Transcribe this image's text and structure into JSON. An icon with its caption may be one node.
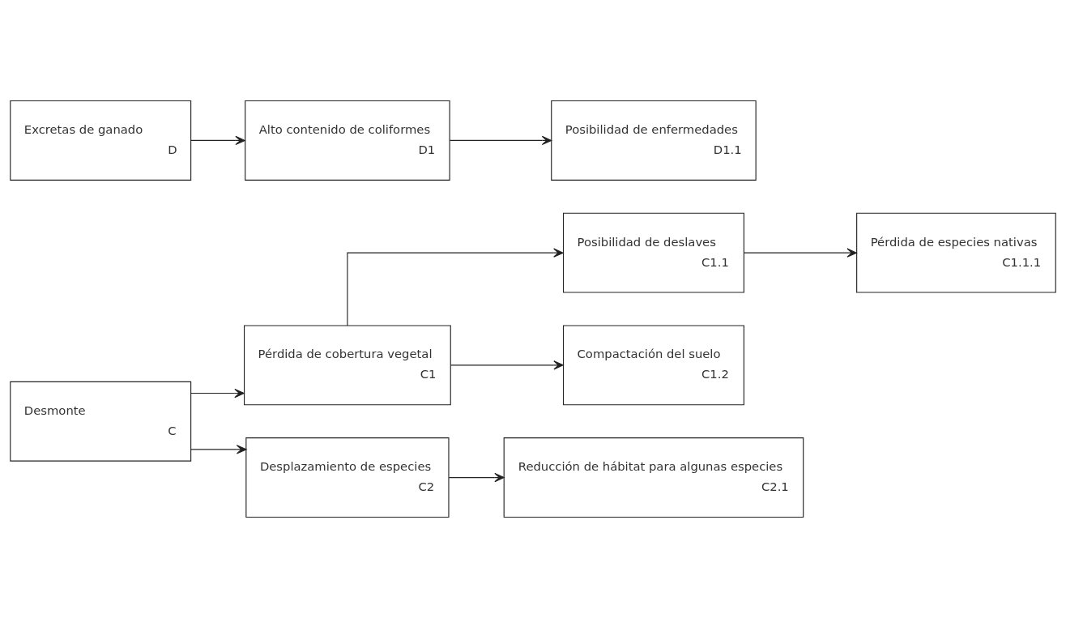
{
  "diagram": {
    "nodes": [
      {
        "text": [
          "Desmonte",
          "C"
        ]
      },
      {
        "text": [
          "Pérdida de cobertura vegetal",
          "C1"
        ]
      },
      {
        "text": [
          "Posibilidad de deslaves",
          "C1.1"
        ]
      },
      {
        "text": [
          "Pérdida de especies nativas",
          "C1.1.1"
        ]
      },
      {
        "text": [
          "Compactación del suelo",
          "C1.2"
        ]
      },
      {
        "text": [
          "Desplazamiento de especies",
          "C2"
        ]
      },
      {
        "text": [
          "Reducción de hábitat para algunas especies",
          "C2.1"
        ]
      },
      {
        "text": [
          "Excretas de ganado",
          "D"
        ]
      },
      {
        "text": [
          "Alto contenido de coliformes",
          "D1"
        ]
      },
      {
        "text": [
          "Posibilidad de enfermedades",
          "D1.1"
        ]
      }
    ],
    "edges": [
      {
        "from": 0,
        "to": 1,
        "arrow": "to"
      },
      {
        "from": 0,
        "to": 5,
        "arrow": "to"
      },
      {
        "from": 1,
        "to": 2,
        "arrow": "to"
      },
      {
        "from": 1,
        "to": 4,
        "arrow": "to"
      },
      {
        "from": 2,
        "to": 3,
        "arrow": "to"
      },
      {
        "from": 5,
        "to": 6,
        "arrow": "to"
      },
      {
        "from": 7,
        "to": 8,
        "arrow": "to"
      },
      {
        "from": 8,
        "to": 9,
        "arrow": "to"
      }
    ]
  }
}
